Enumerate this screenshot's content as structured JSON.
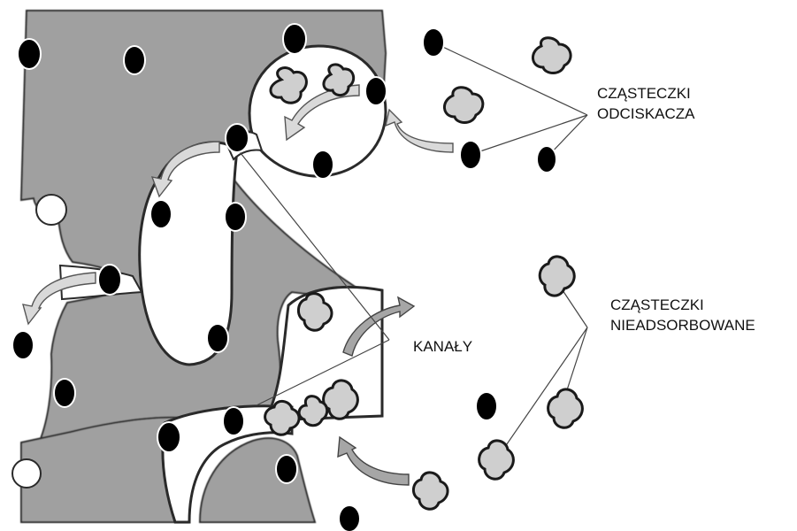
{
  "labels": {
    "desorbent_line1": "CZĄSTECZKI",
    "desorbent_line2": "ODCISKACZA",
    "nonadsorbed_line1": "CZĄSTECZKI",
    "nonadsorbed_line2": "NIEADSORBOWANE",
    "channels": "KANAŁY"
  },
  "colors": {
    "solid_matrix": "#a0a0a0",
    "matrix_outline": "#2a2a2a",
    "desorbent_molecule": "#000000",
    "nonadsorbed_molecule": "#cfcfcf",
    "flow_arrow": "#d9d9d9",
    "channel_arrow": "#a6a6a6",
    "background": "#ffffff"
  }
}
